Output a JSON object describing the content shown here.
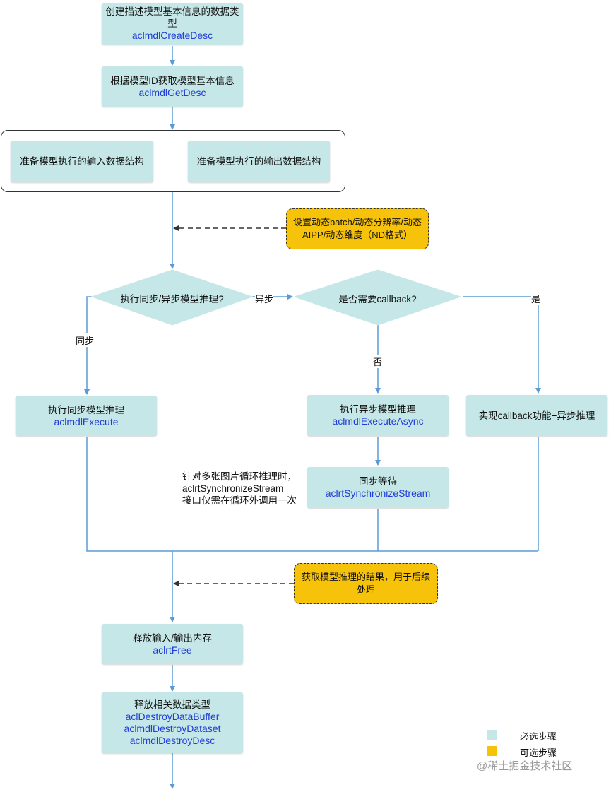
{
  "steps": {
    "create_desc": {
      "title": "创建描述模型基本信息的数据类型",
      "api": "aclmdlCreateDesc"
    },
    "get_desc": {
      "title": "根据模型ID获取模型基本信息",
      "api": "aclmdlGetDesc"
    },
    "prepare_input": {
      "title": "准备模型执行的输入数据结构"
    },
    "prepare_output": {
      "title": "准备模型执行的输出数据结构"
    },
    "set_dynamic": {
      "title": "设置动态batch/动态分辨率/动态AIPP/动态维度（ND格式）"
    },
    "decision_sync": {
      "title": "执行同步/异步模型推理?"
    },
    "decision_callback": {
      "title": "是否需要callback?"
    },
    "exec_sync": {
      "title": "执行同步模型推理",
      "api": "aclmdlExecute"
    },
    "exec_async": {
      "title": "执行异步模型推理",
      "api": "aclmdlExecuteAsync"
    },
    "callback_impl": {
      "title": "实现callback功能+异步推理"
    },
    "sync_wait": {
      "title": "同步等待",
      "api": "aclrtSynchronizeStream"
    },
    "get_result": {
      "title": "获取模型推理的结果，用于后续处理"
    },
    "free_mem": {
      "title": "释放输入/输出内存",
      "api": "aclrtFree"
    },
    "release_types": {
      "title": "释放相关数据类型",
      "apis": [
        "aclDestroyDataBuffer",
        "aclmdlDestroyDataset",
        "aclmdlDestroyDesc"
      ]
    }
  },
  "edge_labels": {
    "async": "异步",
    "sync": "同步",
    "yes": "是",
    "no": "否"
  },
  "note": {
    "lines": [
      "针对多张图片循环推理时，",
      "aclrtSynchronizeStream",
      "接口仅需在循环外调用一次"
    ]
  },
  "legend": {
    "required": {
      "label": "必选步骤",
      "color": "#c6e7e7"
    },
    "optional": {
      "label": "可选步骤",
      "color": "#f7c20a"
    }
  },
  "watermark": "@稀土掘金技术社区",
  "colors": {
    "arrow": "#5b9bd5",
    "api_text": "#1f3dd8"
  }
}
